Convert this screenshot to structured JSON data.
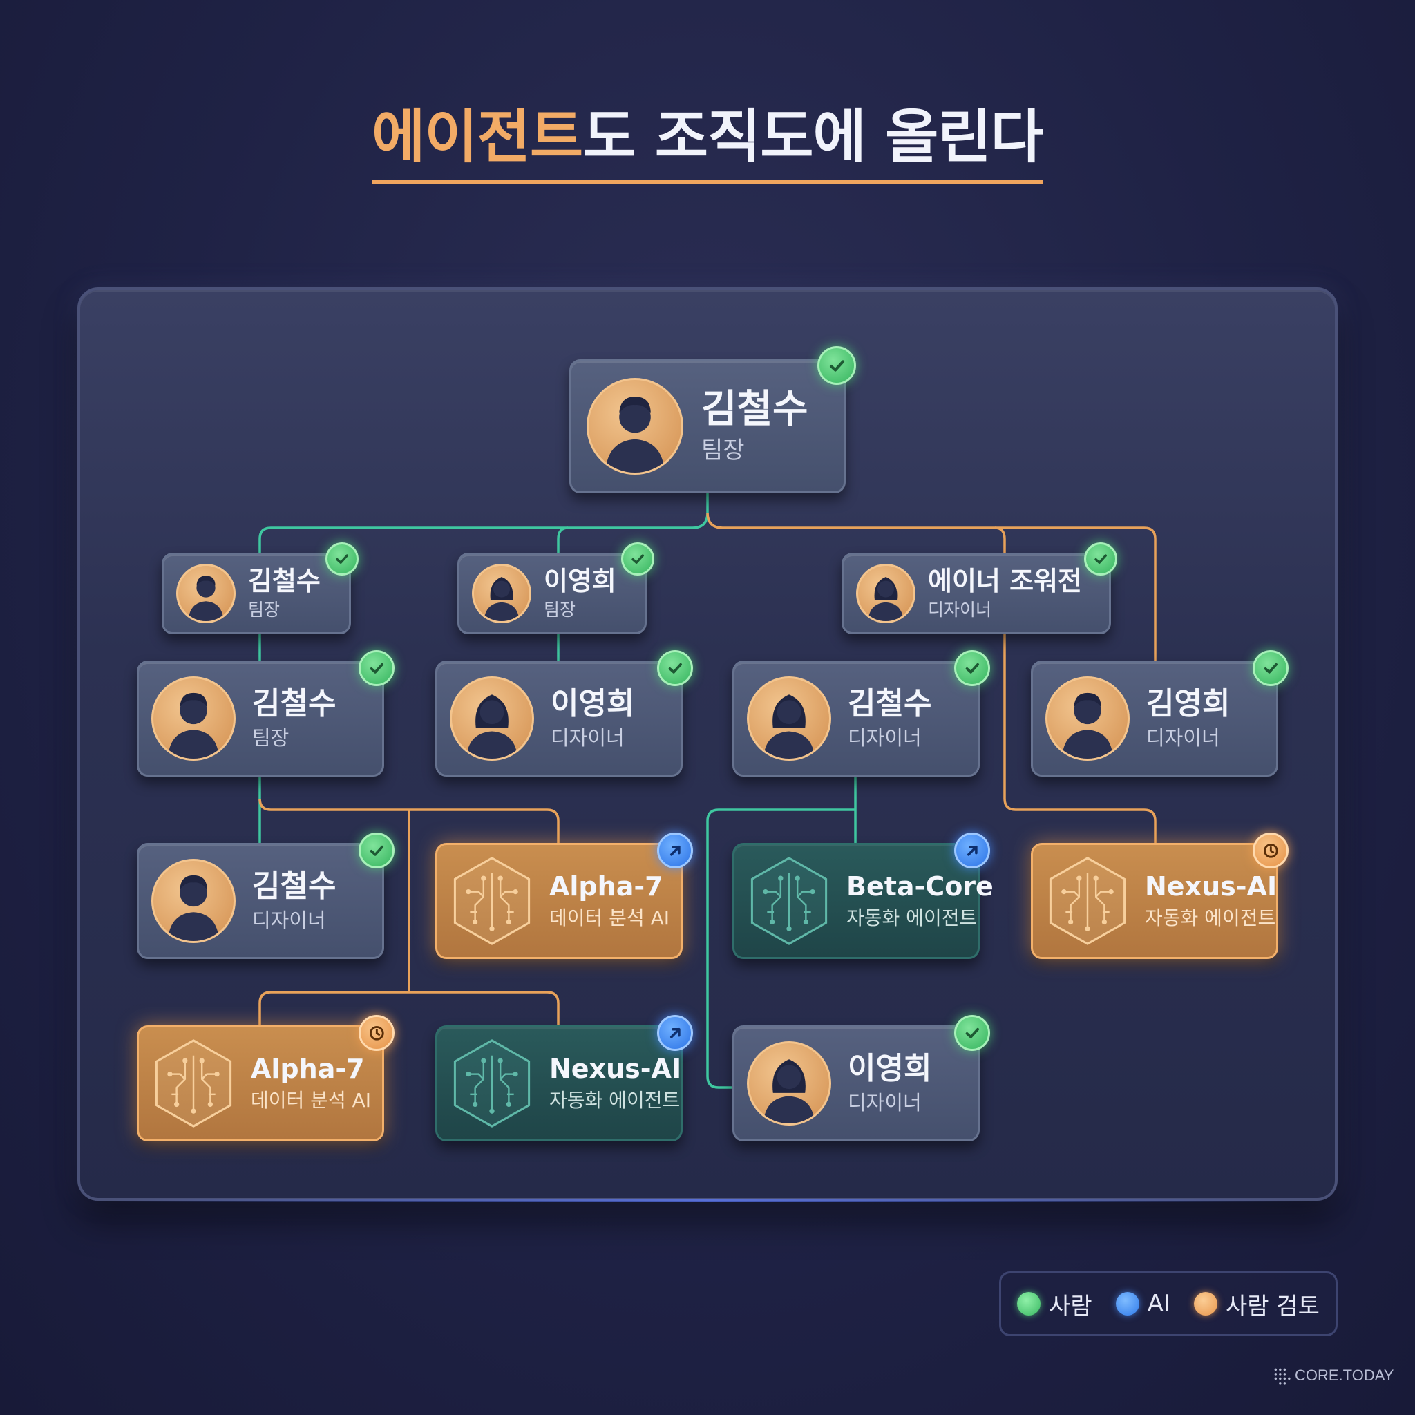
{
  "title": {
    "highlight": "에이전트",
    "rest": "도 조직도에 올린다"
  },
  "colors": {
    "human": "#45506d",
    "agent_orange": "#c98e4f",
    "agent_teal": "#2a5a5b",
    "line_green": "#3fc7a0",
    "line_orange": "#e8a25a",
    "accent": "#f2ab66"
  },
  "nodes": [
    {
      "id": "root",
      "type": "human",
      "name": "김철수",
      "role": "팀장",
      "status": "check",
      "avatar": "male"
    },
    {
      "id": "l2a",
      "type": "human",
      "name": "김철수",
      "role": "팀장",
      "status": "check",
      "avatar": "male"
    },
    {
      "id": "l2b",
      "type": "human",
      "name": "이영희",
      "role": "팀장",
      "status": "check",
      "avatar": "female"
    },
    {
      "id": "l2c",
      "type": "human",
      "name": "에이너 조워전",
      "role": "디자이너",
      "status": "check",
      "avatar": "female"
    },
    {
      "id": "l3a",
      "type": "human",
      "name": "김철수",
      "role": "팀장",
      "status": "check",
      "avatar": "male"
    },
    {
      "id": "l3b",
      "type": "human",
      "name": "이영희",
      "role": "디자이너",
      "status": "check",
      "avatar": "female"
    },
    {
      "id": "l3c",
      "type": "human",
      "name": "김철수",
      "role": "디자이너",
      "status": "check",
      "avatar": "female"
    },
    {
      "id": "l3d",
      "type": "human",
      "name": "김영희",
      "role": "디자이너",
      "status": "check",
      "avatar": "male"
    },
    {
      "id": "l4a",
      "type": "human",
      "name": "김철수",
      "role": "디자이너",
      "status": "check",
      "avatar": "male"
    },
    {
      "id": "l4b",
      "type": "agent",
      "tone": "orange",
      "name": "Alpha-7",
      "role": "데이터 분석 AI",
      "status": "arrow"
    },
    {
      "id": "l4c",
      "type": "agent",
      "tone": "teal",
      "name": "Beta-Core",
      "role": "자동화 에이전트",
      "status": "arrow"
    },
    {
      "id": "l4d",
      "type": "agent",
      "tone": "orange",
      "name": "Nexus-AI",
      "role": "자동화 에이전트",
      "status": "clock"
    },
    {
      "id": "l5a",
      "type": "agent",
      "tone": "orange",
      "name": "Alpha-7",
      "role": "데이터 분석 AI",
      "status": "clock"
    },
    {
      "id": "l5b",
      "type": "agent",
      "tone": "teal",
      "name": "Nexus-AI",
      "role": "자동화 에이전트",
      "status": "arrow"
    },
    {
      "id": "l5c",
      "type": "human",
      "name": "이영희",
      "role": "디자이너",
      "status": "check",
      "avatar": "female"
    }
  ],
  "legend": [
    {
      "color": "green",
      "label": "사람"
    },
    {
      "color": "blue",
      "label": "AI"
    },
    {
      "color": "orange",
      "label": "사람 검토"
    }
  ],
  "brand": "CORE.TODAY"
}
